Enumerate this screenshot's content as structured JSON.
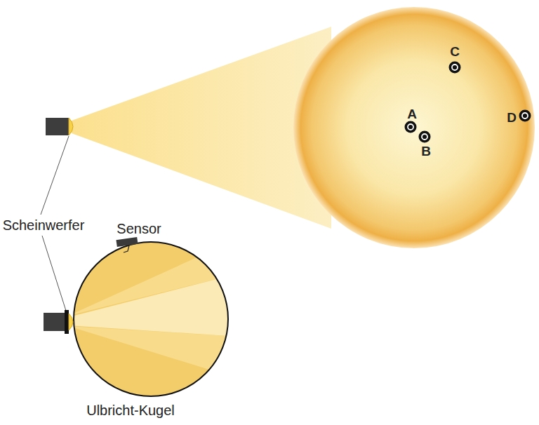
{
  "diagram": {
    "labels": [
      "A",
      "B",
      "C",
      "D",
      "Scheinwerfer",
      "Sensor",
      "Ulbricht-Kugel"
    ]
  }
}
